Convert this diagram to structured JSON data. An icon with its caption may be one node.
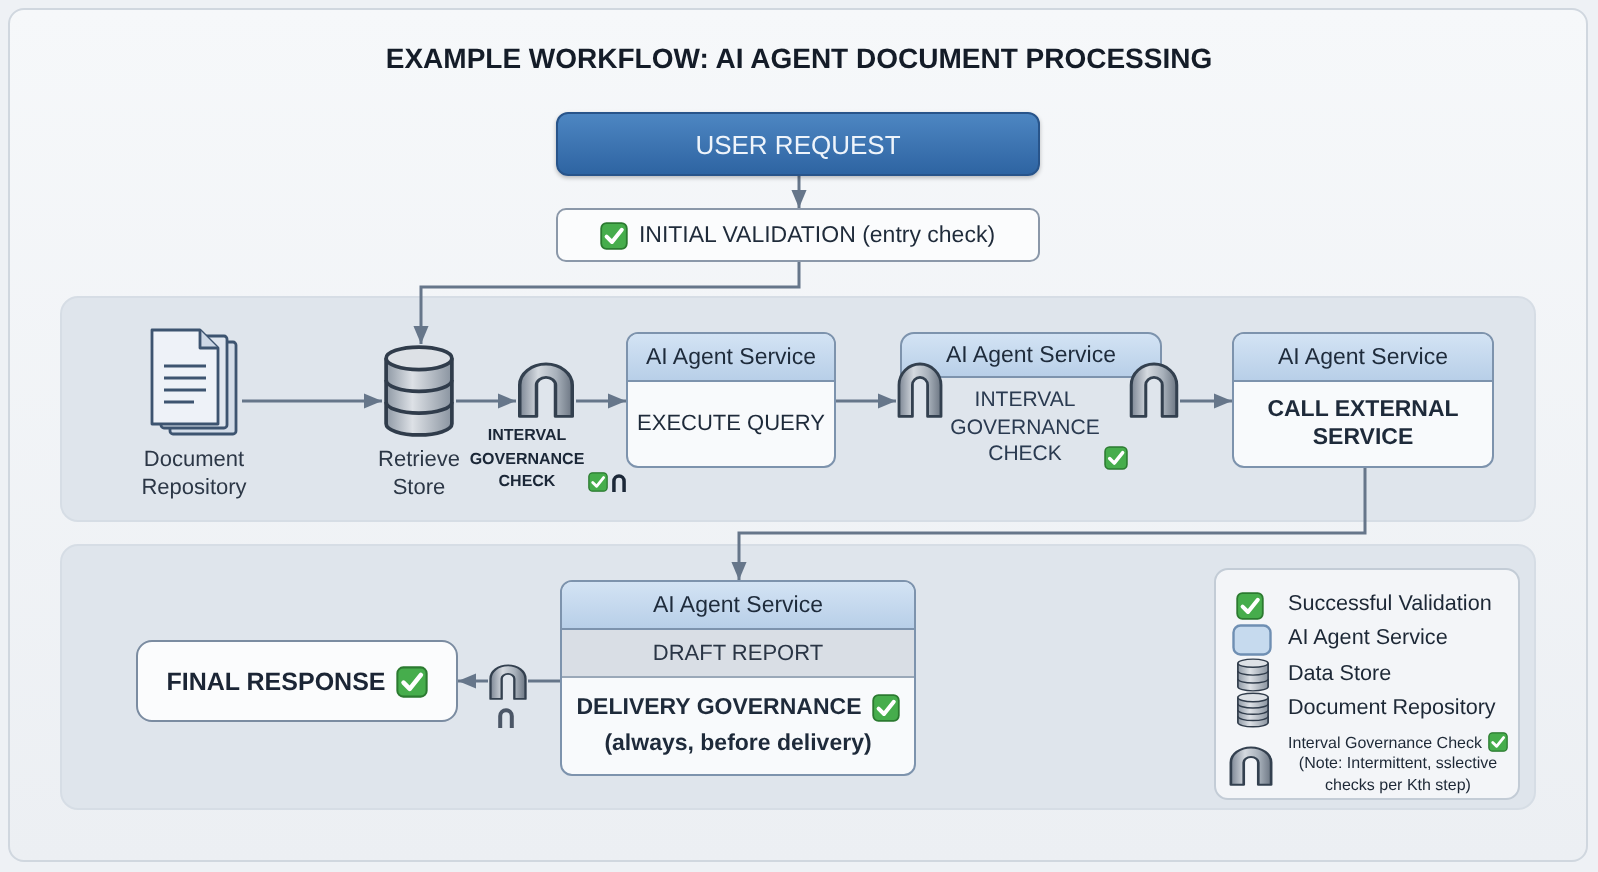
{
  "diagram": {
    "title": "EXAMPLE WORKFLOW: AI AGENT DOCUMENT PROCESSING",
    "nodes": [
      {
        "text": [
          "USER REQUEST"
        ]
      },
      {
        "text": [
          "INITIAL VALIDATION (entry check)"
        ]
      },
      {
        "text": [],
        "shape": "band"
      },
      {
        "text": [
          "Document Repository"
        ],
        "in": 2
      },
      {
        "text": [
          "Retrieve Store"
        ],
        "in": 2
      },
      {
        "text": [],
        "shape": "arch",
        "in": 2,
        "beside": [
          "INTERVAL GOVERNANCE CHECK"
        ]
      },
      {
        "text": [
          "AI Agent Service",
          "EXECUTE QUERY"
        ],
        "in": 2
      },
      {
        "text": [
          "AI Agent Service",
          "INTERVAL GOVERNANCE CHECK"
        ],
        "in": 2
      },
      {
        "text": [],
        "shape": "arch",
        "in": 7
      },
      {
        "text": [],
        "shape": "arch",
        "in": 7
      },
      {
        "text": [
          "AI Agent Service",
          "CALL EXTERNAL SERVICE"
        ],
        "in": 2
      },
      {
        "text": [],
        "shape": "band"
      },
      {
        "text": [
          "FINAL RESPONSE"
        ],
        "in": 11
      },
      {
        "text": [],
        "shape": "arch",
        "in": 11
      },
      {
        "text": [
          "AI Agent Service",
          "DRAFT REPORT",
          "DELIVERY GOVERNANCE",
          "(always, before delivery)"
        ],
        "in": 11
      }
    ],
    "edges": [
      {
        "from": 0,
        "to": 1,
        "arrow": "to"
      },
      {
        "from": 1,
        "to": 4,
        "arrow": "to"
      },
      {
        "from": 3,
        "to": 4,
        "arrow": "to"
      },
      {
        "from": 4,
        "to": 5,
        "arrow": "to"
      },
      {
        "from": 5,
        "to": 6,
        "arrow": "to"
      },
      {
        "from": 6,
        "to": 8,
        "arrow": "to"
      },
      {
        "from": 9,
        "to": 10,
        "arrow": "to"
      },
      {
        "from": 10,
        "to": 14,
        "arrow": "to"
      },
      {
        "from": 14,
        "to": 13,
        "arrow": "none"
      },
      {
        "from": 13,
        "to": 12,
        "arrow": "to"
      }
    ],
    "labels": [
      "(Note: Intermittent, sslective checks per Kth step)"
    ],
    "legend": [
      {
        "text": "Successful Validation"
      },
      {
        "text": "AI Agent Service",
        "color": "#c6daee"
      },
      {
        "text": "Data Store"
      },
      {
        "text": "Document Repository"
      },
      {
        "text": "Interval Governance Check"
      }
    ]
  }
}
